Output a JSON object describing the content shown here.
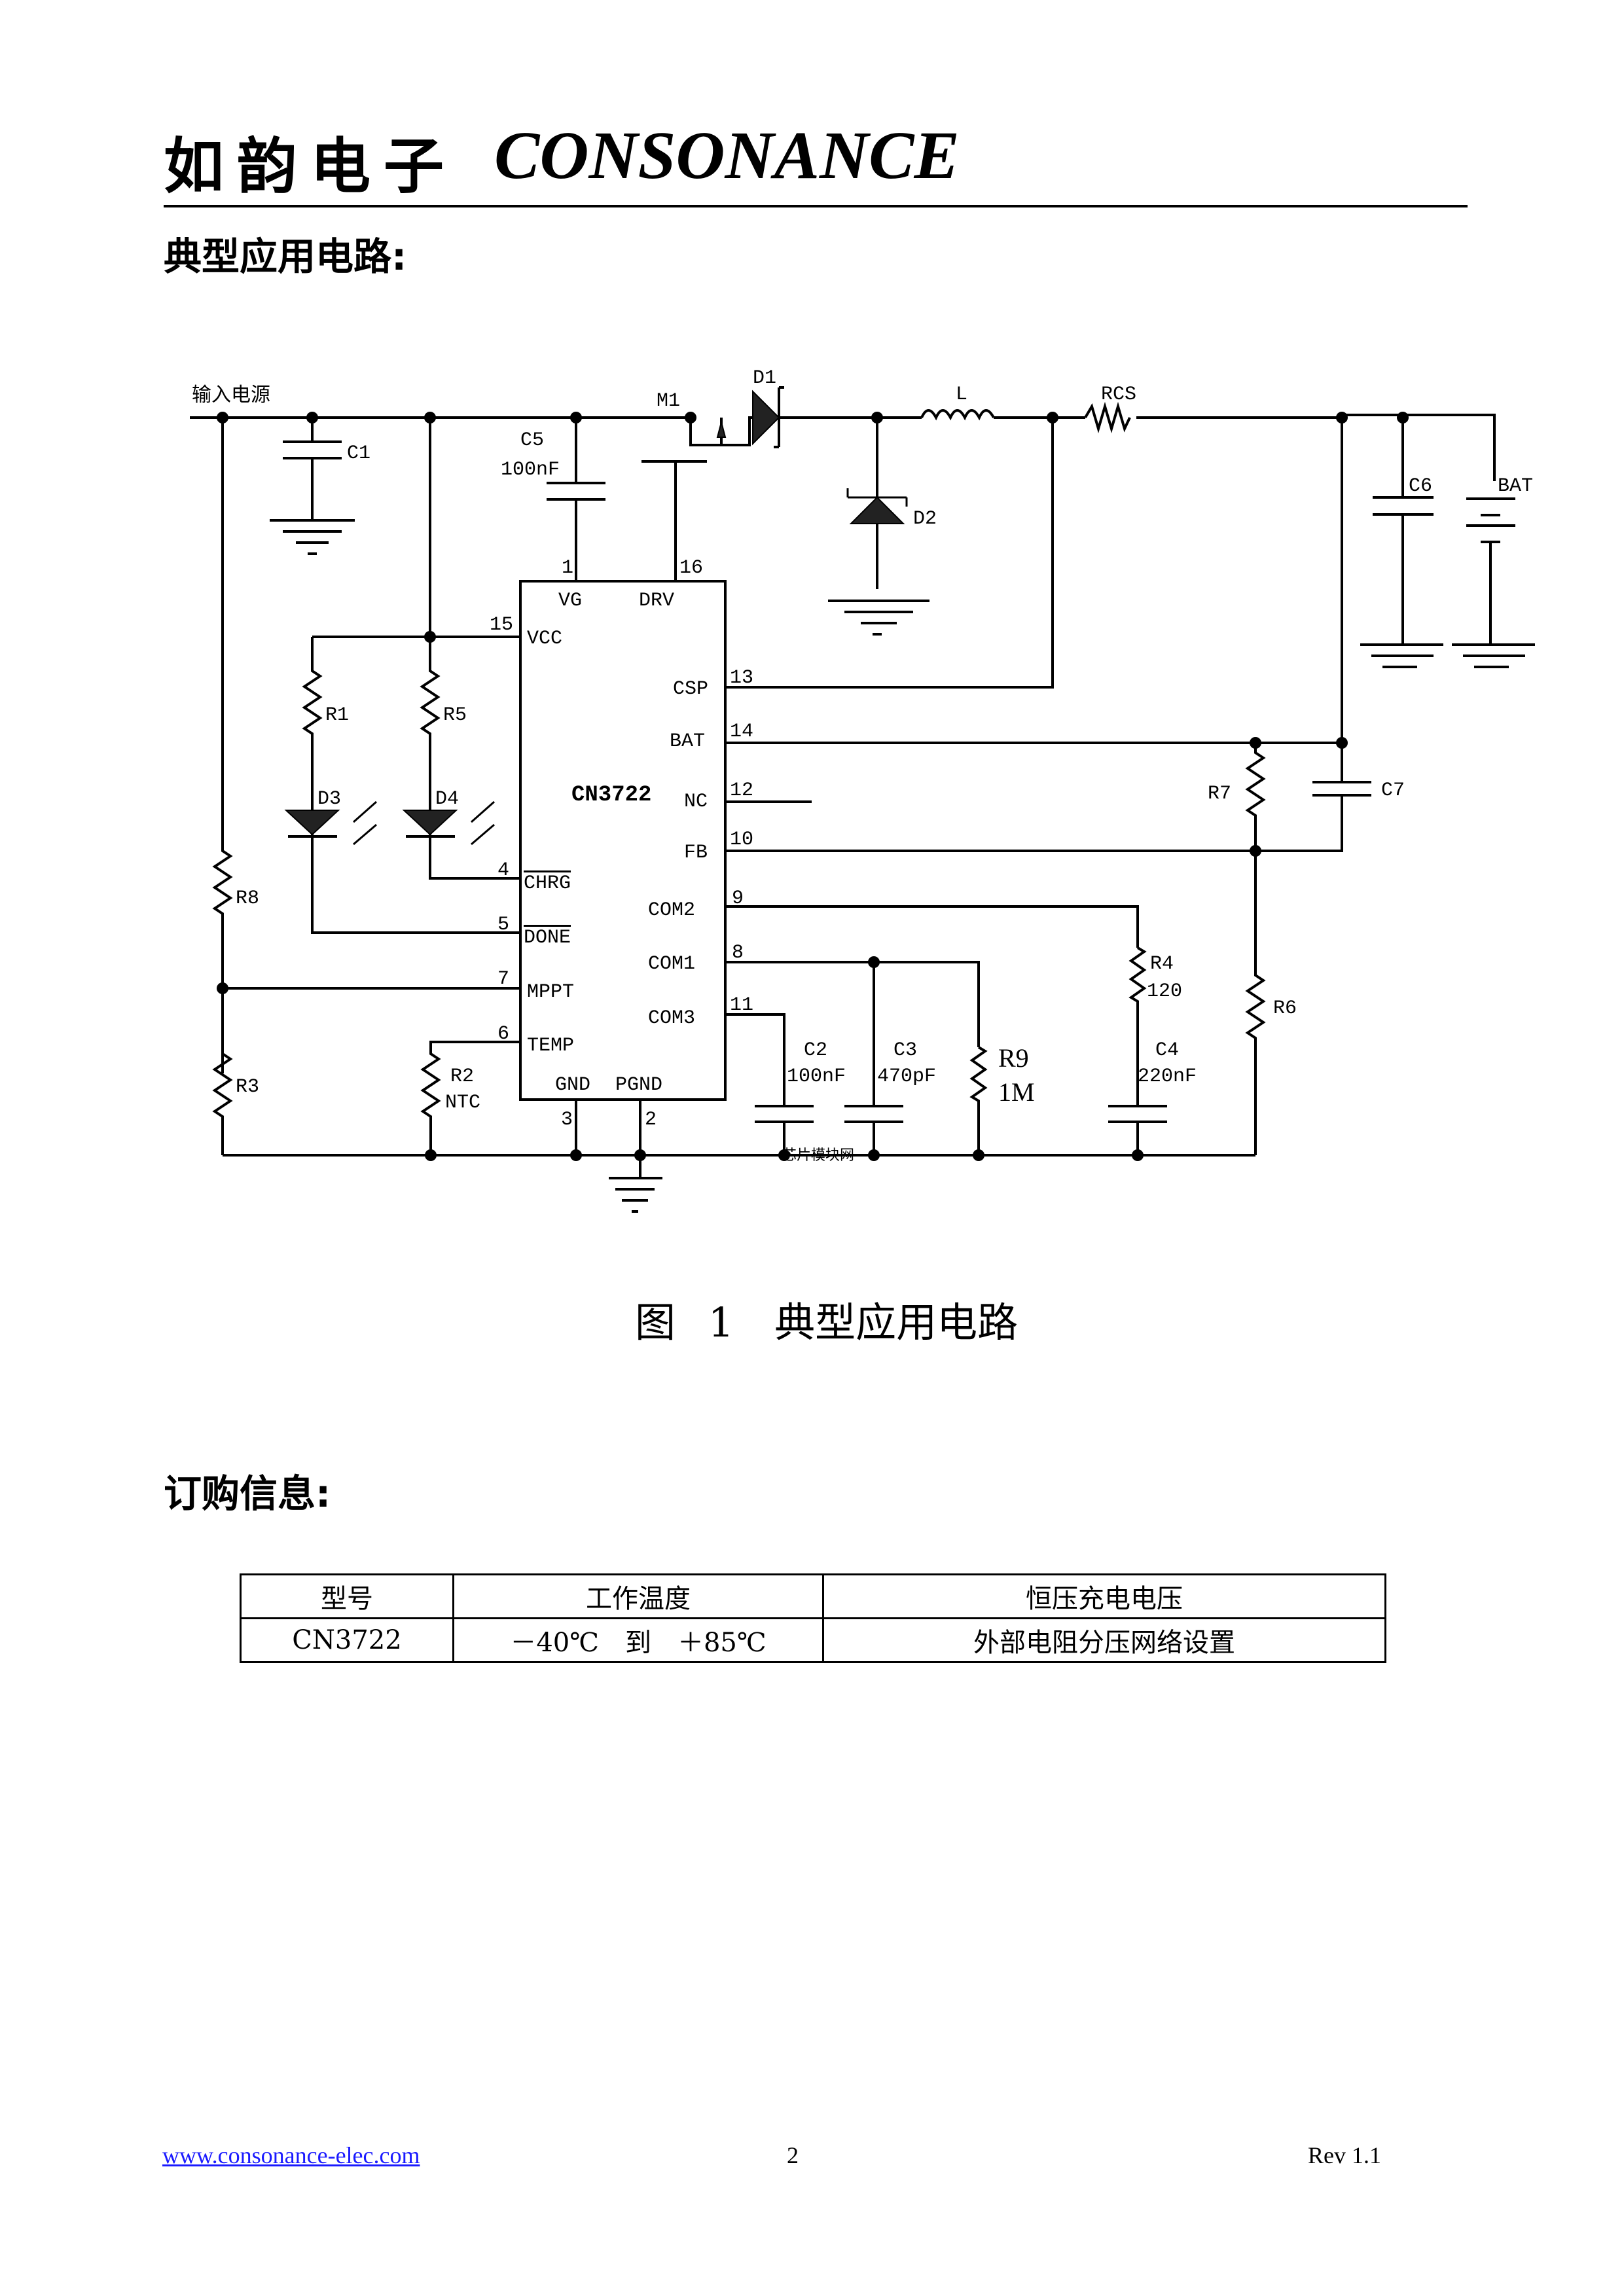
{
  "header": {
    "brand_cn": "如韵电子",
    "brand_en": "CONSONANCE"
  },
  "sections": {
    "typical_circuit_title": "典型应用电路:",
    "ordering_title": "订购信息:"
  },
  "figure": {
    "caption": "图 1　典型应用电路",
    "input_label": "输入电源",
    "ic": {
      "name": "CN3722",
      "pins": [
        {
          "num": "1",
          "name": "VG"
        },
        {
          "num": "16",
          "name": "DRV"
        },
        {
          "num": "15",
          "name": "VCC"
        },
        {
          "num": "13",
          "name": "CSP"
        },
        {
          "num": "14",
          "name": "BAT"
        },
        {
          "num": "12",
          "name": "NC"
        },
        {
          "num": "10",
          "name": "FB"
        },
        {
          "num": "4",
          "name": "CHRG"
        },
        {
          "num": "9",
          "name": "COM2"
        },
        {
          "num": "5",
          "name": "DONE"
        },
        {
          "num": "8",
          "name": "COM1"
        },
        {
          "num": "7",
          "name": "MPPT"
        },
        {
          "num": "11",
          "name": "COM3"
        },
        {
          "num": "6",
          "name": "TEMP"
        },
        {
          "num": "3",
          "name": "GND"
        },
        {
          "num": "2",
          "name": "PGND"
        }
      ]
    },
    "components": {
      "C1": {
        "ref": "C1"
      },
      "C5": {
        "ref": "C5",
        "value": "100nF"
      },
      "M1": {
        "ref": "M1"
      },
      "D1": {
        "ref": "D1"
      },
      "D2": {
        "ref": "D2"
      },
      "L": {
        "ref": "L"
      },
      "RCS": {
        "ref": "RCS"
      },
      "C6": {
        "ref": "C6"
      },
      "BAT": {
        "ref": "BAT"
      },
      "R1": {
        "ref": "R1"
      },
      "R5": {
        "ref": "R5"
      },
      "D3": {
        "ref": "D3"
      },
      "D4": {
        "ref": "D4"
      },
      "R8": {
        "ref": "R8"
      },
      "R3": {
        "ref": "R3"
      },
      "R2": {
        "ref": "R2",
        "value": "NTC"
      },
      "R7": {
        "ref": "R7"
      },
      "C7": {
        "ref": "C7"
      },
      "R6": {
        "ref": "R6"
      },
      "R4": {
        "ref": "R4",
        "value": "120"
      },
      "C4": {
        "ref": "C4",
        "value": "220nF"
      },
      "C2": {
        "ref": "C2",
        "value": "100nF"
      },
      "C3": {
        "ref": "C3",
        "value": "470pF"
      },
      "R9": {
        "ref": "R9",
        "value": "1M"
      }
    },
    "watermark": "芯片模块网"
  },
  "ordering_table": {
    "headers": [
      "型号",
      "工作温度",
      "恒压充电电压"
    ],
    "rows": [
      [
        "CN3722",
        "－40℃　到　＋85℃",
        "外部电阻分压网络设置"
      ]
    ]
  },
  "footer": {
    "website": "www.consonance-elec.com",
    "page": "2",
    "revision": "Rev 1.1"
  }
}
